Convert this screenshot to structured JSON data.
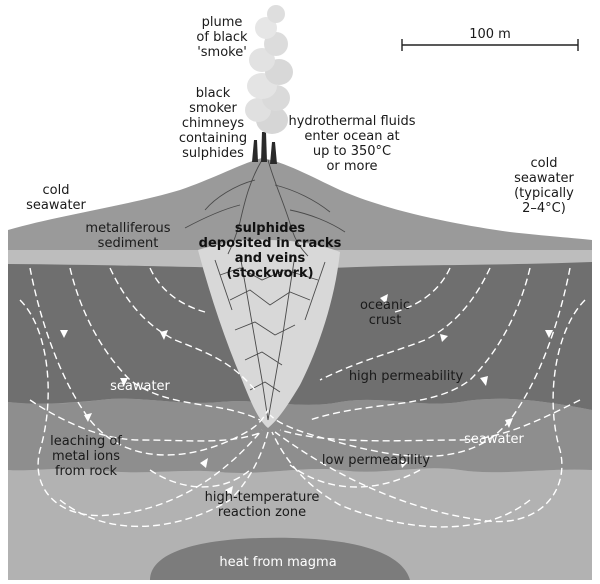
{
  "labels": {
    "plume": [
      "plume",
      "of black",
      "'smoke'"
    ],
    "chimneys": [
      "black",
      "smoker",
      "chimneys",
      "containing",
      "sulphides"
    ],
    "fluids": [
      "hydrothermal fluids",
      "enter ocean at",
      "up to 350°C",
      "or more"
    ],
    "cold_left": [
      "cold",
      "seawater"
    ],
    "cold_right": [
      "cold",
      "seawater",
      "(typically",
      "2–4°C)"
    ],
    "sediment": [
      "metalliferous",
      "sediment"
    ],
    "sulphides": [
      "sulphides",
      "deposited in cracks",
      "and veins",
      "(stockwork)"
    ],
    "crust": [
      "oceanic",
      "crust"
    ],
    "high_perm": "high permeability",
    "seawater_left": "seawater",
    "seawater_right": "seawater",
    "leaching": [
      "leaching of",
      "metal ions",
      "from rock"
    ],
    "low_perm": "low permeability",
    "reaction": [
      "high-temperature",
      "reaction zone"
    ],
    "magma": "heat from magma"
  },
  "scale_bar": {
    "label": "100 m"
  },
  "colors": {
    "sea": "#ffffff",
    "mound": "#9a9a9a",
    "sediment": "#bdbdbd",
    "crust_dark": "#6f6f6f",
    "crust_mid": "#858585",
    "lower": "#a4a4a4",
    "stockwork": "#d8d8d8",
    "magma": "#7c7c7c"
  }
}
